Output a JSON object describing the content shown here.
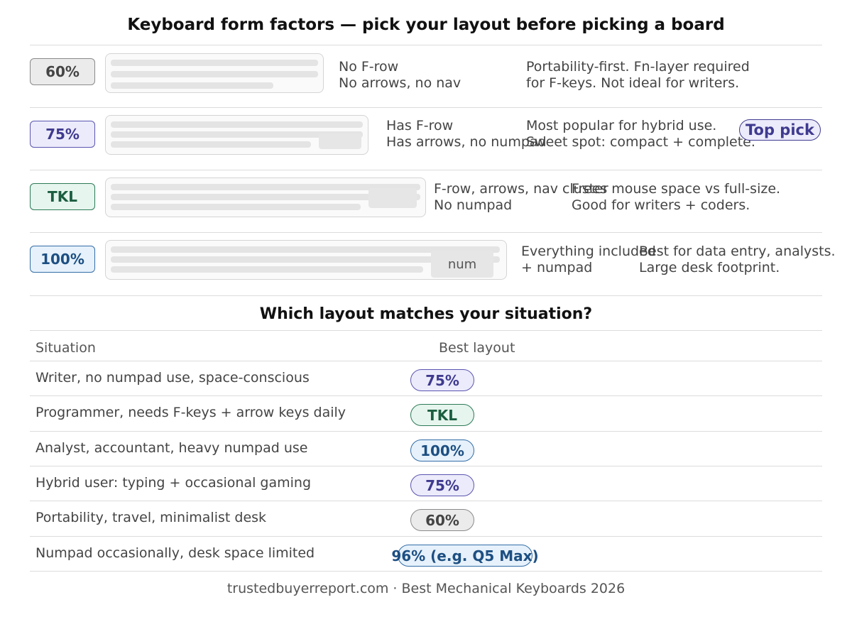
{
  "title": "Keyboard form factors — pick your layout before picking a board",
  "colors": {
    "gray": {
      "bg": "#ebebeb",
      "border": "#8a8a8a",
      "text": "#444444"
    },
    "purple": {
      "bg": "#ecebfb",
      "border": "#5b55b0",
      "text": "#3f3a8f"
    },
    "green": {
      "bg": "#e6f5ee",
      "border": "#2d7a57",
      "text": "#1b5e3f"
    },
    "blue": {
      "bg": "#e6f1fb",
      "border": "#336da6",
      "text": "#1d4f82"
    }
  },
  "layouts": [
    {
      "label": "60%",
      "desc_line1": "No F-row",
      "desc_line2": "No arrows, no nav",
      "note_line1": "Portability-first. Fn-layer required",
      "note_line2": "for F-keys. Not ideal for writers."
    },
    {
      "label": "75%",
      "desc_line1": "Has F-row",
      "desc_line2": "Has arrows, no numpad",
      "note_line1": "Most popular for hybrid use.",
      "note_line2": "Sweet spot: compact + complete.",
      "pill": "Top pick"
    },
    {
      "label": "TKL",
      "desc_line1": "F-row, arrows, nav cluster",
      "desc_line2": "No numpad",
      "note_line1": "Frees mouse space vs full-size.",
      "note_line2": "Good for writers + coders."
    },
    {
      "label": "100%",
      "desc_line1": "Everything included",
      "desc_line2": "+ numpad",
      "note_line1": "Best for data entry, analysts.",
      "note_line2": "Large desk footprint.",
      "cluster_label": "num"
    }
  ],
  "table": {
    "title": "Which layout matches your situation?",
    "col_situation": "Situation",
    "col_layout": "Best layout",
    "rows": [
      {
        "situation": "Writer, no numpad use, space-conscious",
        "layout": "75%"
      },
      {
        "situation": "Programmer, needs F-keys + arrow keys daily",
        "layout": "TKL"
      },
      {
        "situation": "Analyst, accountant, heavy numpad use",
        "layout": "100%"
      },
      {
        "situation": "Hybrid user: typing + occasional gaming",
        "layout": "75%"
      },
      {
        "situation": "Portability, travel, minimalist desk",
        "layout": "60%"
      },
      {
        "situation": "Numpad occasionally, desk space limited",
        "layout": "96% (e.g. Q5 Max)"
      }
    ]
  },
  "footer": "trustedbuyerreport.com · Best Mechanical Keyboards 2026"
}
